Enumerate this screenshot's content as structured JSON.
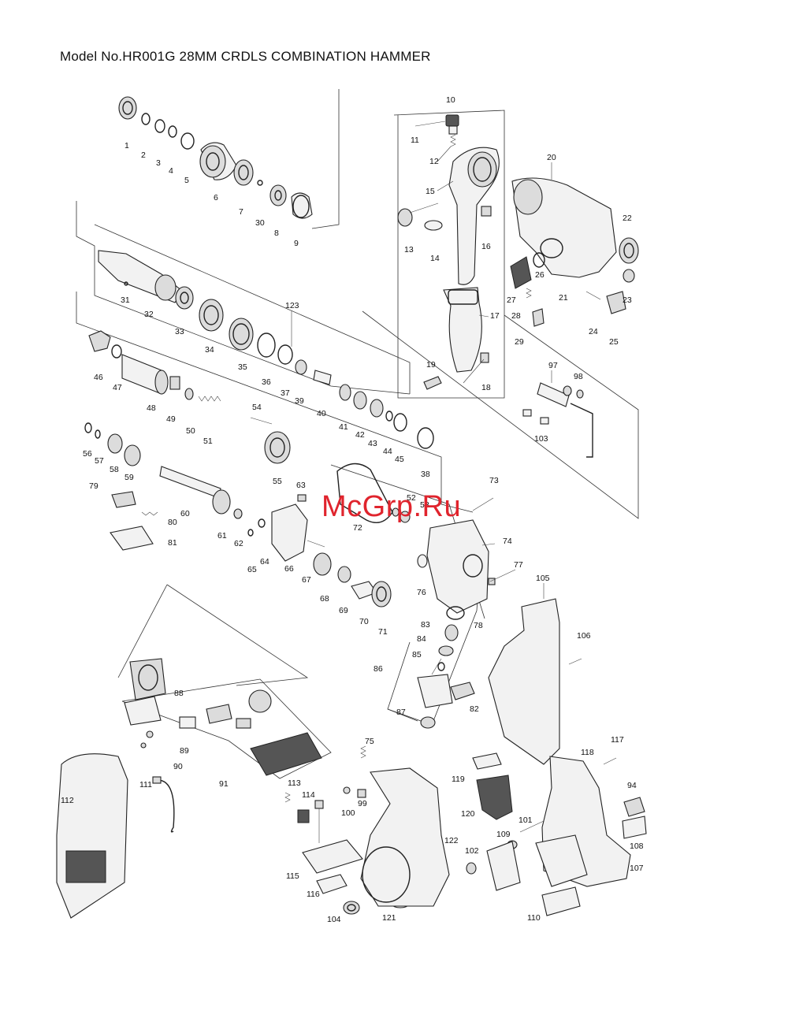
{
  "header": {
    "title": "Model No.HR001G 28MM CRDLS COMBINATION HAMMER"
  },
  "watermark": {
    "text": "McGrp.Ru",
    "color": "#e0242d"
  },
  "callouts": [
    "1",
    "2",
    "3",
    "4",
    "5",
    "6",
    "7",
    "30",
    "8",
    "9",
    "10",
    "11",
    "12",
    "15",
    "13",
    "14",
    "16",
    "17",
    "19",
    "18",
    "20",
    "22",
    "26",
    "21",
    "23",
    "27",
    "28",
    "29",
    "24",
    "25",
    "123",
    "31",
    "32",
    "33",
    "34",
    "35",
    "36",
    "37",
    "39",
    "40",
    "41",
    "42",
    "43",
    "44",
    "45",
    "46",
    "47",
    "48",
    "49",
    "50",
    "51",
    "54",
    "55",
    "56",
    "57",
    "58",
    "59",
    "38",
    "97",
    "98",
    "103",
    "60",
    "79",
    "80",
    "81",
    "61",
    "62",
    "63",
    "52",
    "53",
    "72",
    "73",
    "74",
    "65",
    "64",
    "66",
    "67",
    "68",
    "69",
    "70",
    "71",
    "76",
    "77",
    "78",
    "105",
    "106",
    "83",
    "84",
    "85",
    "86",
    "82",
    "87",
    "88",
    "89",
    "90",
    "91",
    "111",
    "112",
    "75",
    "99",
    "100",
    "113",
    "114",
    "115",
    "116",
    "104",
    "121",
    "122",
    "119",
    "120",
    "117",
    "118",
    "94",
    "101",
    "109",
    "102",
    "108",
    "107",
    "110"
  ]
}
